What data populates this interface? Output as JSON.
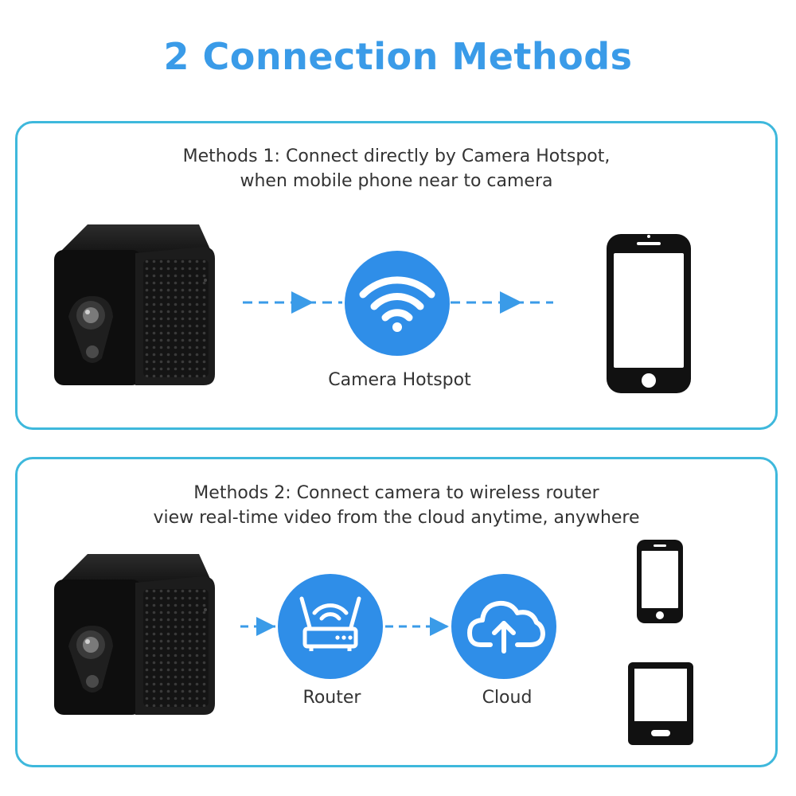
{
  "title": "2 Connection Methods",
  "method1": {
    "line1": "Methods 1: Connect directly by Camera Hotspot,",
    "line2": "when mobile phone near to camera",
    "hotspot_label": "Camera Hotspot"
  },
  "method2": {
    "line1": "Methods 2: Connect camera to wireless router",
    "line2": "view real-time video from the cloud anytime, anywhere",
    "router_label": "Router",
    "cloud_label": "Cloud"
  },
  "colors": {
    "accent": "#3A9BE8",
    "border": "#3EB8DC",
    "icon_circle": "#2F8EE8",
    "device": "#1a1a1a"
  }
}
